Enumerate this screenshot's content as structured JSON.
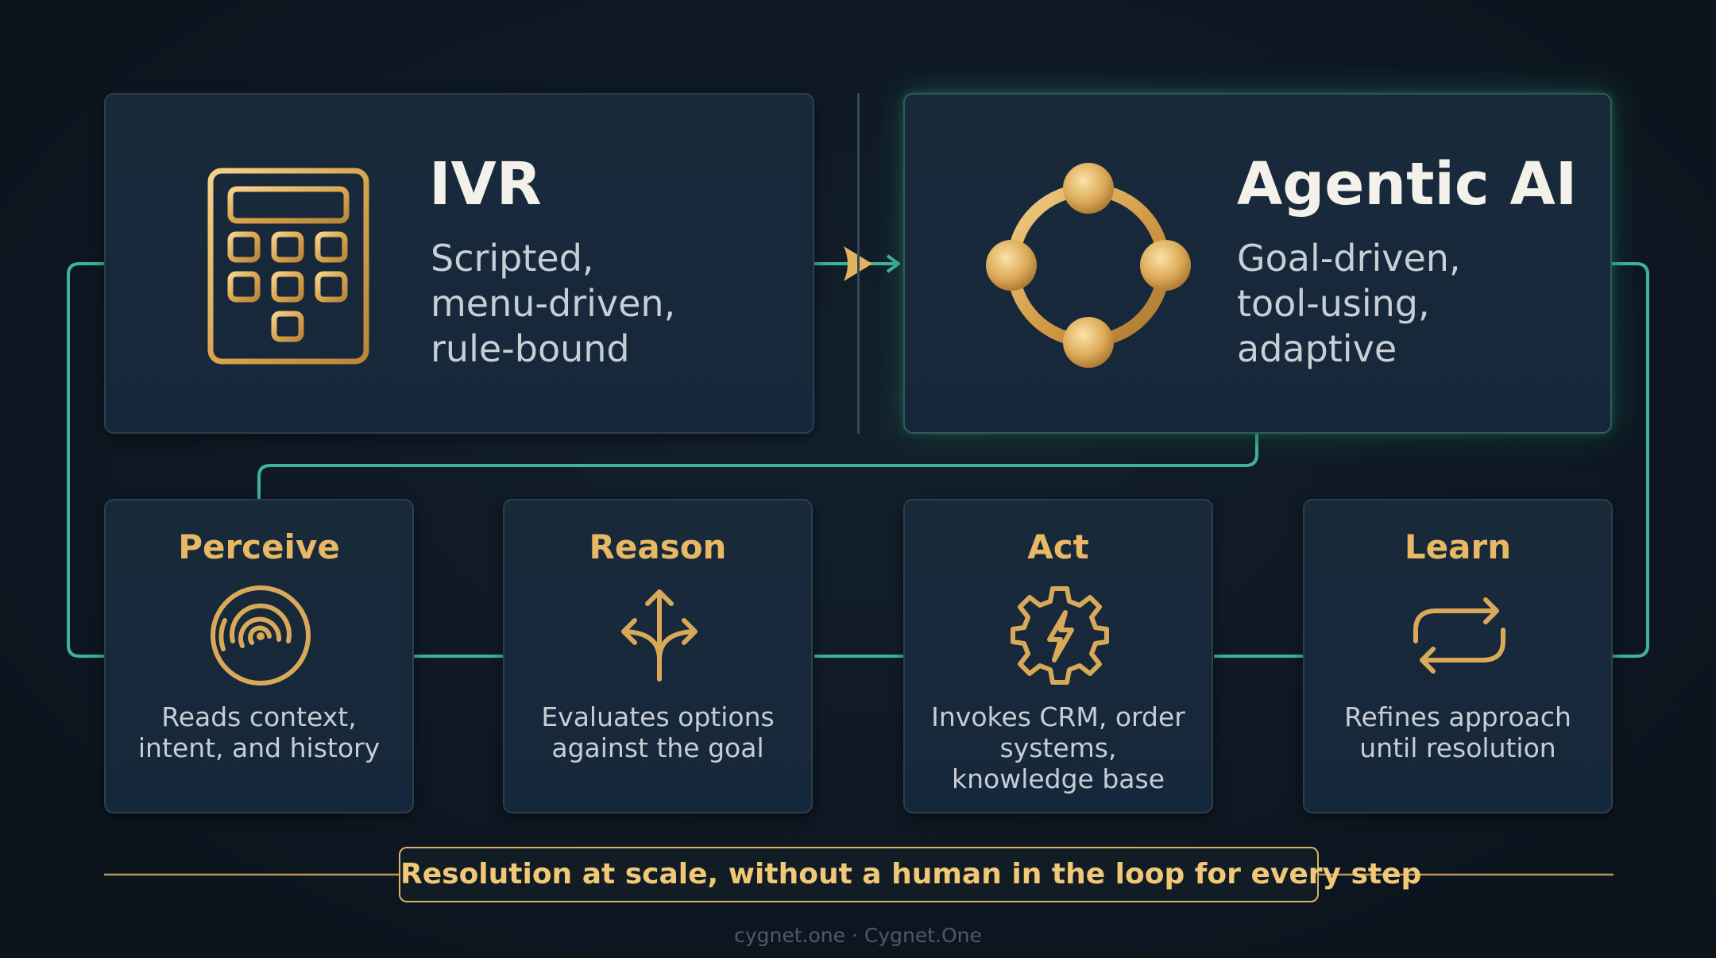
{
  "ivr": {
    "title": "IVR",
    "subtitle": "Scripted,\nmenu-driven,\nrule-bound"
  },
  "agentic": {
    "title": "Agentic AI",
    "subtitle": "Goal-driven,\ntool-using,\nadaptive"
  },
  "steps": [
    {
      "title": "Perceive",
      "description": "Reads context,\nintent, and history",
      "icon": "radar-icon"
    },
    {
      "title": "Reason",
      "description": "Evaluates options\nagainst the goal",
      "icon": "branching-arrows-icon"
    },
    {
      "title": "Act",
      "description": "Invokes CRM, order\nsystems,\nknowledge base",
      "icon": "gear-lightning-icon"
    },
    {
      "title": "Learn",
      "description": "Refines approach\nuntil resolution",
      "icon": "refresh-cycle-icon"
    }
  ],
  "banner": "Resolution at scale, without a human in the loop for every step",
  "footer": "cygnet.one · Cygnet.One",
  "colors": {
    "background": "#0e1822",
    "card": "#182a3a",
    "accent_gold": "#e9b865",
    "connector_teal": "#3fb39a"
  }
}
